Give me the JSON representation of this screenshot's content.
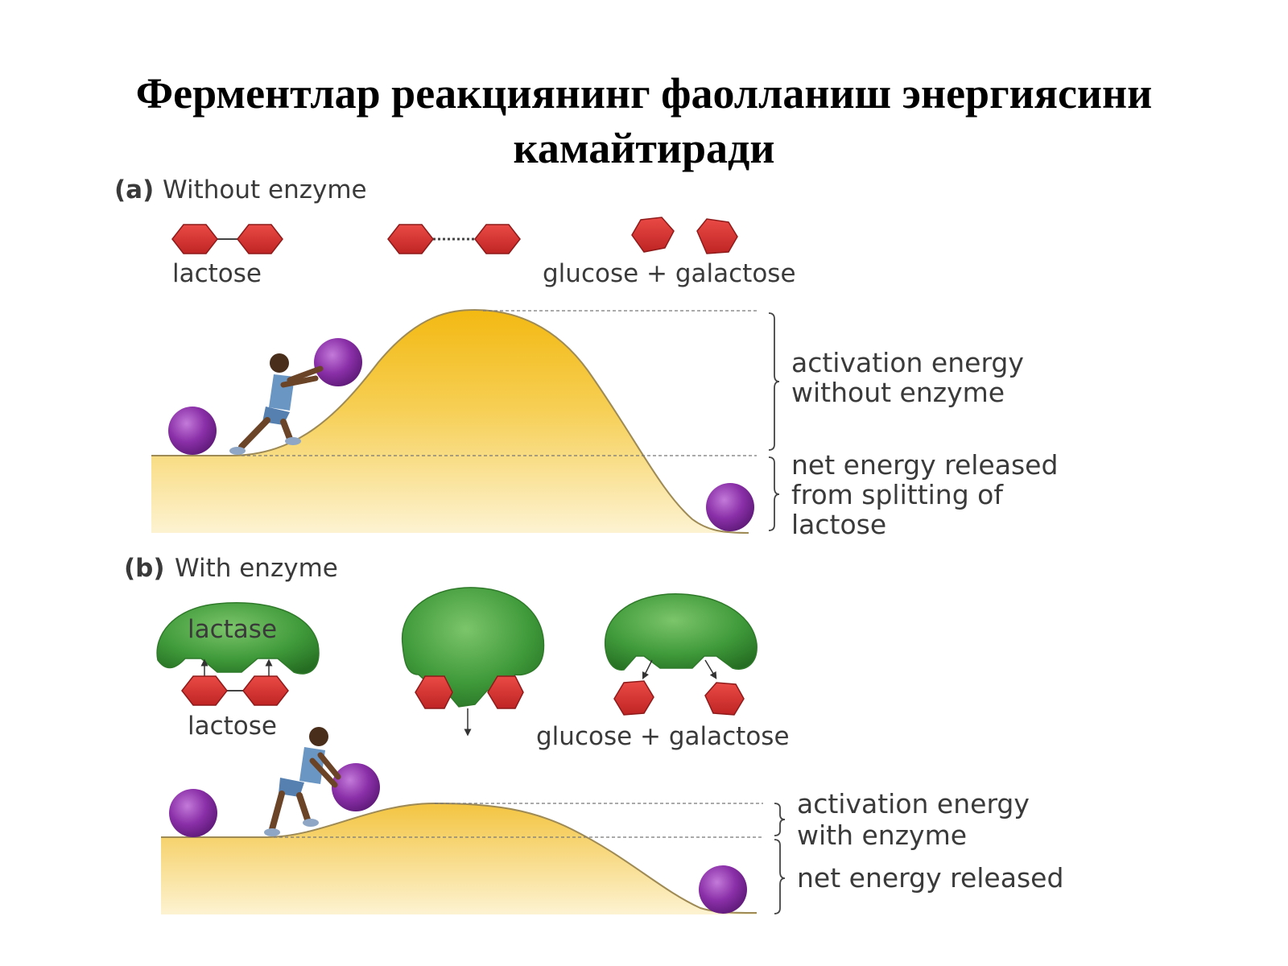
{
  "title": {
    "line1": "Ферментлар реакциянинг фаолланиш энергиясини",
    "line2": "камайтиради"
  },
  "panel_a": {
    "letter": "(a)",
    "heading": "Without enzyme",
    "lactose_label": "lactose",
    "products_label": "glucose + galactose",
    "activation_label": [
      "activation energy",
      "without enzyme"
    ],
    "net_label": [
      "net energy released",
      "from splitting of",
      "lactose"
    ]
  },
  "panel_b": {
    "letter": "(b)",
    "heading": "With enzyme",
    "enzyme_label": "lactase",
    "lactose_label": "lactose",
    "products_label": "glucose + galactose",
    "activation_label": [
      "activation energy",
      "with enzyme"
    ],
    "net_label": [
      "net energy released"
    ]
  },
  "colors": {
    "molecule": "#d32f2f",
    "ball": "#8a2fa8",
    "hill": "#f5c542",
    "enzyme": "#3f9a3a"
  }
}
